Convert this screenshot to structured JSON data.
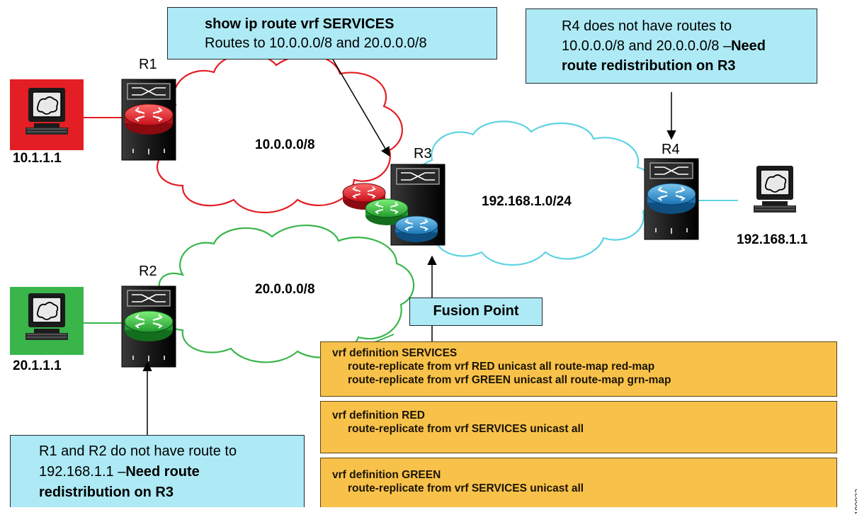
{
  "routers": {
    "r1": "R1",
    "r2": "R2",
    "r3": "R3",
    "r4": "R4"
  },
  "hosts": {
    "host_red": "10.1.1.1",
    "host_green": "20.1.1.1",
    "host_blue": "192.168.1.1"
  },
  "networks": {
    "net_red": "10.0.0.0/8",
    "net_green": "20.0.0.0/8",
    "net_blue": "192.168.1.0/24"
  },
  "callouts": {
    "show_cmd": "show ip route vrf SERVICES",
    "show_result": "Routes to 10.0.0.0/8 and 20.0.0.0/8",
    "r4_line1": "R4 does not have routes to",
    "r4_line2_plain": "10.0.0.0/8 and 20.0.0.0/8 –",
    "r4_line2_bold": "Need",
    "r4_line3": "route redistribution on R3",
    "r12_line1": "R1 and R2 do not have route to",
    "r12_line2_plain": "192.168.1.1 –",
    "r12_line2_bold": "Need route",
    "r12_line3": "redistribution on R3",
    "fusion": "Fusion Point"
  },
  "config": {
    "services_header": "vrf definition SERVICES",
    "services_line1": "route-replicate from vrf RED unicast all route-map red-map",
    "services_line2": "route-replicate from vrf GREEN unicast all route-map grn-map",
    "red_header": "vrf definition RED",
    "red_line1": "route-replicate from vrf SERVICES unicast all",
    "green_header": "vrf definition GREEN",
    "green_line1": "route-replicate from vrf SERVICES unicast all"
  },
  "figure_id": "199932",
  "colors": {
    "red": "#e31e24",
    "green": "#39b54a",
    "blue": "#1e88c8",
    "cloud_blue": "#5fd3e0",
    "callout_fill": "#aeeaf5",
    "config_fill": "#f8c24a"
  },
  "icons": [
    "workstation-icon",
    "router-icon",
    "multilayer-switch-icon",
    "cloud-icon",
    "arrow-icon"
  ]
}
